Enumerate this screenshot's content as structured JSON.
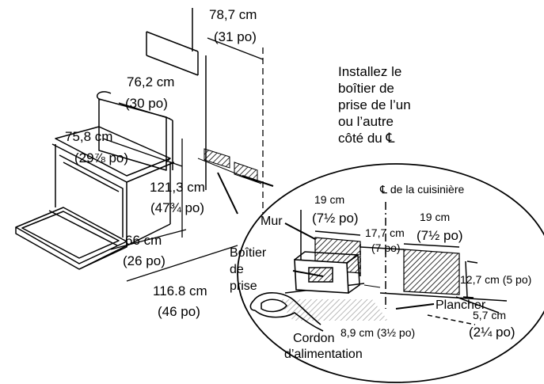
{
  "labels": {
    "d_787_cm": "78,7 cm",
    "d_31_po": "(31 po)",
    "d_762_cm": "76,2 cm",
    "d_30_po": "(30 po)",
    "d_758_cm": "75,8 cm",
    "d_29_po": "(29⅞ po)",
    "d_1213_cm": "121,3 cm",
    "d_47_po": "(47¾ po)",
    "d_66_cm": "66 cm",
    "d_26_po": "(26 po)",
    "d_1168_cm": "116.8 cm",
    "d_46_po": "(46 po)",
    "note_line1": "Installez le",
    "note_line2": "boîtier de",
    "note_line3": "prise de l’un",
    "note_line4": "ou l’autre",
    "note_line5": "côté du ℄",
    "cl_label": "℄ de la cuisinière",
    "d_19_cm_left": "19 cm",
    "d_75_po_left": "(7½ po)",
    "d_19_cm_right": "19 cm",
    "d_75_po_right": "(7½ po)",
    "mur": "Mur",
    "d_177_cm": "17,7 cm",
    "d_7_po": "(7 po)",
    "boitier_1": "Boîtier",
    "boitier_2": "de",
    "boitier_3": "prise",
    "d_127_cm": "12,7 cm (5 po)",
    "plancher": "Plancher",
    "d_57_cm": "5,7 cm",
    "d_225_po": "(2¼ po)",
    "d_89_cm": "8,9 cm (3½ po)",
    "cordon_1": "Cordon",
    "cordon_2": "d’alimentation"
  }
}
